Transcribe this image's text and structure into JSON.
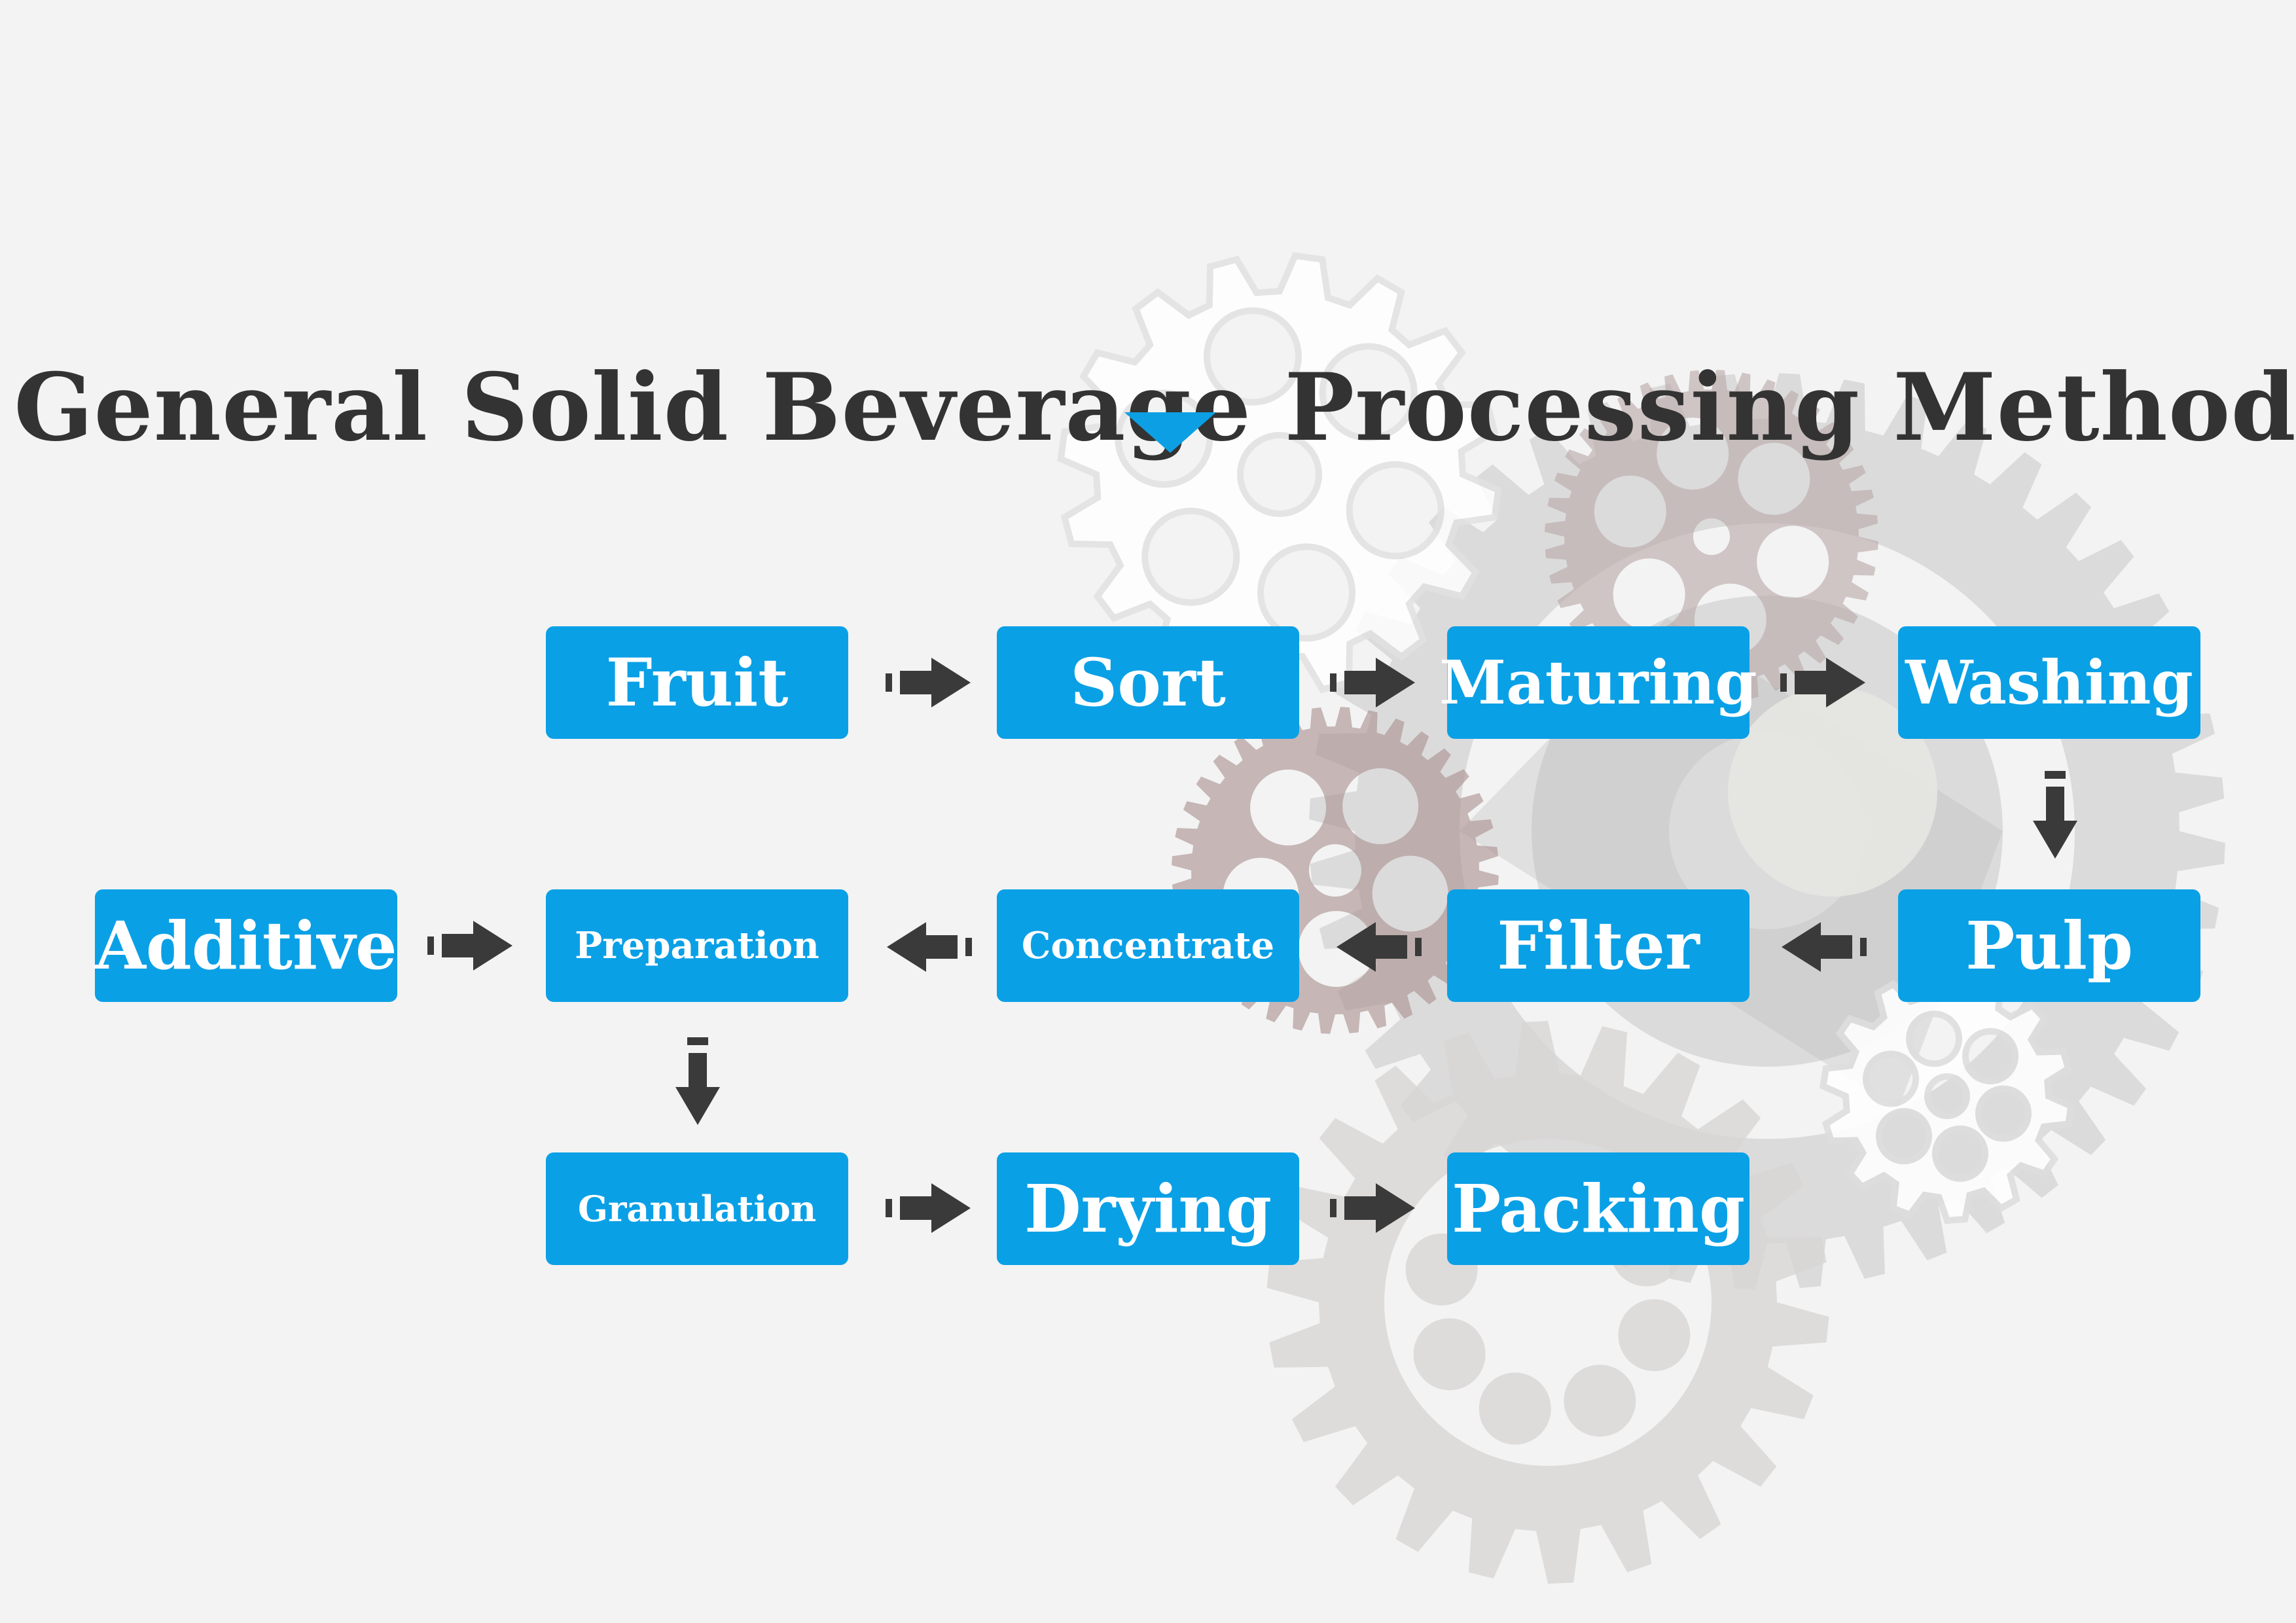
{
  "title": "General Solid Beverage Processing Method",
  "colors": {
    "background": "#f3f3f3",
    "box": "#0aa0e6",
    "box_text": "#ffffff",
    "title_text": "#333333",
    "arrow": "#3a3a3a",
    "pointer": "#0d9fe3"
  },
  "steps": {
    "fruit": "Fruit",
    "sort": "Sort",
    "maturing": "Maturing",
    "washing": "Washing",
    "pulp": "Pulp",
    "filter": "Filter",
    "concentrate": "Concentrate",
    "preparation": "Preparation",
    "additive": "Additive",
    "granulation": "Granulation",
    "drying": "Drying",
    "packing": "Packing"
  },
  "flow": [
    [
      "Fruit",
      "Sort"
    ],
    [
      "Sort",
      "Maturing"
    ],
    [
      "Maturing",
      "Washing"
    ],
    [
      "Washing",
      "Pulp"
    ],
    [
      "Pulp",
      "Filter"
    ],
    [
      "Filter",
      "Concentrate"
    ],
    [
      "Concentrate",
      "Preparation"
    ],
    [
      "Additive",
      "Preparation"
    ],
    [
      "Preparation",
      "Granulation"
    ],
    [
      "Granulation",
      "Drying"
    ],
    [
      "Drying",
      "Packing"
    ]
  ]
}
